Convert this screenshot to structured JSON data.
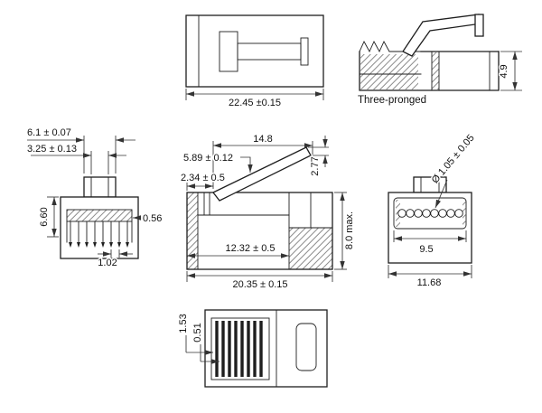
{
  "drawing": {
    "top_view": {
      "dim_overall_length": "22.45 ±0.15"
    },
    "pronged_view": {
      "label": "Three-pronged",
      "dim_rear_height": "4.9"
    },
    "front_view": {
      "dim_latch_outer_width": "6.1 ± 0.07",
      "dim_latch_inner_width": "3.25 ± 0.13",
      "dim_body_depth": "6.60",
      "dim_contact_width": "0.56",
      "dim_contact_pitch": "1.02"
    },
    "side_view": {
      "dim_latch_length": "14.8",
      "dim_latch_thickness": "2.77",
      "dim_latch_rise": "5.89 ± 0.12",
      "dim_front_offset": "2.34 ± 0.5",
      "dim_body_length": "12.32 ± 0.5",
      "dim_overall_length": "20.35 ± 0.15",
      "dim_overall_height": "8.0 max."
    },
    "rear_view": {
      "dim_hole_diameter": "Ø 1.05 ± 0.05",
      "dim_cavity_width": "9.5",
      "dim_overall_width": "11.68"
    },
    "bottom_view": {
      "dim_slot_pitch": "1.53",
      "dim_slot_width": "0.51"
    }
  }
}
